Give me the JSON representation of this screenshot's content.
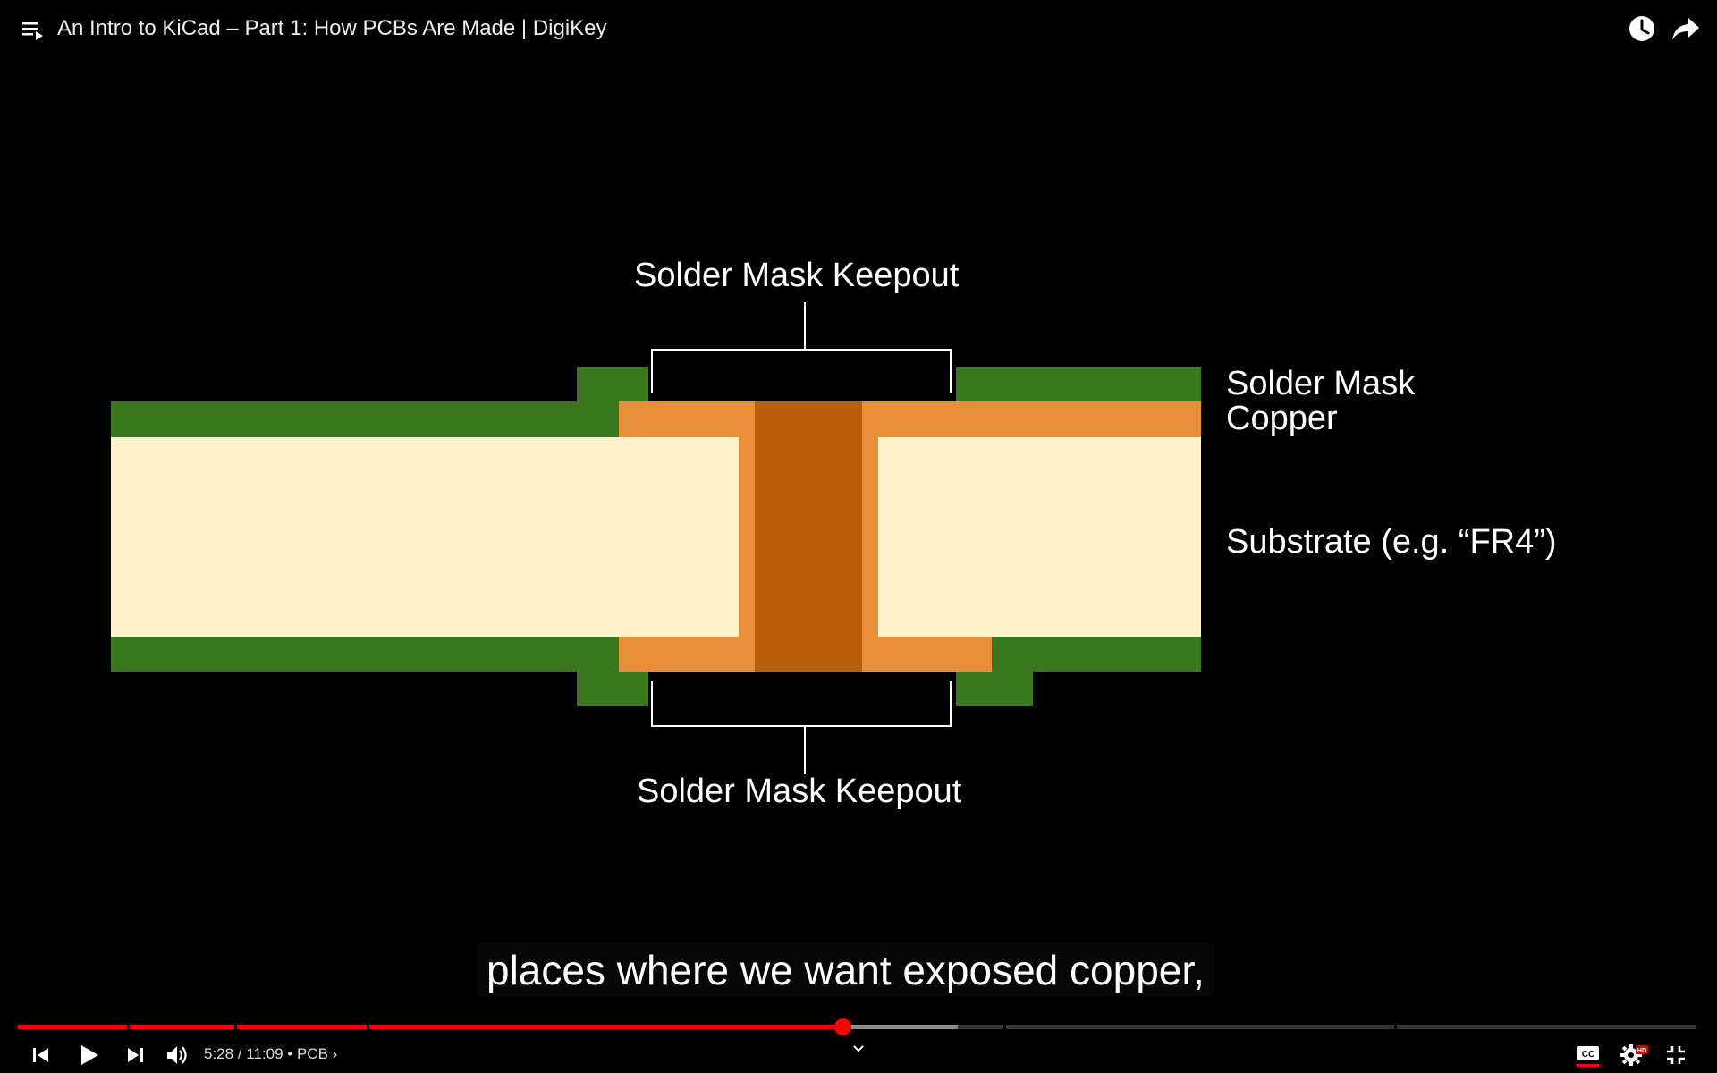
{
  "window": {
    "title": "An Intro to KiCad – Part 1: How PCBs Are Made | DigiKey"
  },
  "diagram": {
    "labels": {
      "keepout_top": "Solder Mask Keepout",
      "keepout_bottom": "Solder Mask Keepout",
      "solder_mask": "Solder Mask",
      "copper": "Copper",
      "substrate": "Substrate (e.g. “FR4”)"
    },
    "colors": {
      "solder_mask": "#3b7721",
      "copper": "#e88f3b",
      "via_barrel": "#b75e0b",
      "substrate": "#fff3cd",
      "bracket": "#ffffff"
    }
  },
  "caption": {
    "text": "places where we want exposed copper,"
  },
  "player": {
    "current_time": "5:28",
    "separator": " / ",
    "duration": "11:09",
    "chapter_prefix": " • ",
    "chapter": "PCB",
    "chapter_chevron": "›",
    "played_fraction": 0.491,
    "buffered_fraction": 0.56,
    "chapter_markers_fraction": [
      0.065,
      0.129,
      0.208,
      0.587,
      0.82
    ],
    "colors": {
      "played": "#ff0000",
      "cc_underline": "#ff0000",
      "hd_badge": "#cc0000"
    },
    "icons": {
      "playlist": "playlist-icon",
      "watch_later": "clock-icon",
      "share": "share-icon",
      "previous": "previous-icon",
      "play": "play-icon",
      "next": "next-icon",
      "volume": "volume-icon",
      "cc": "subtitles-icon",
      "settings": "gear-icon",
      "hd": "HD",
      "exit_fullscreen": "exit-fullscreen-icon",
      "expand": "chevron-down-icon"
    }
  }
}
